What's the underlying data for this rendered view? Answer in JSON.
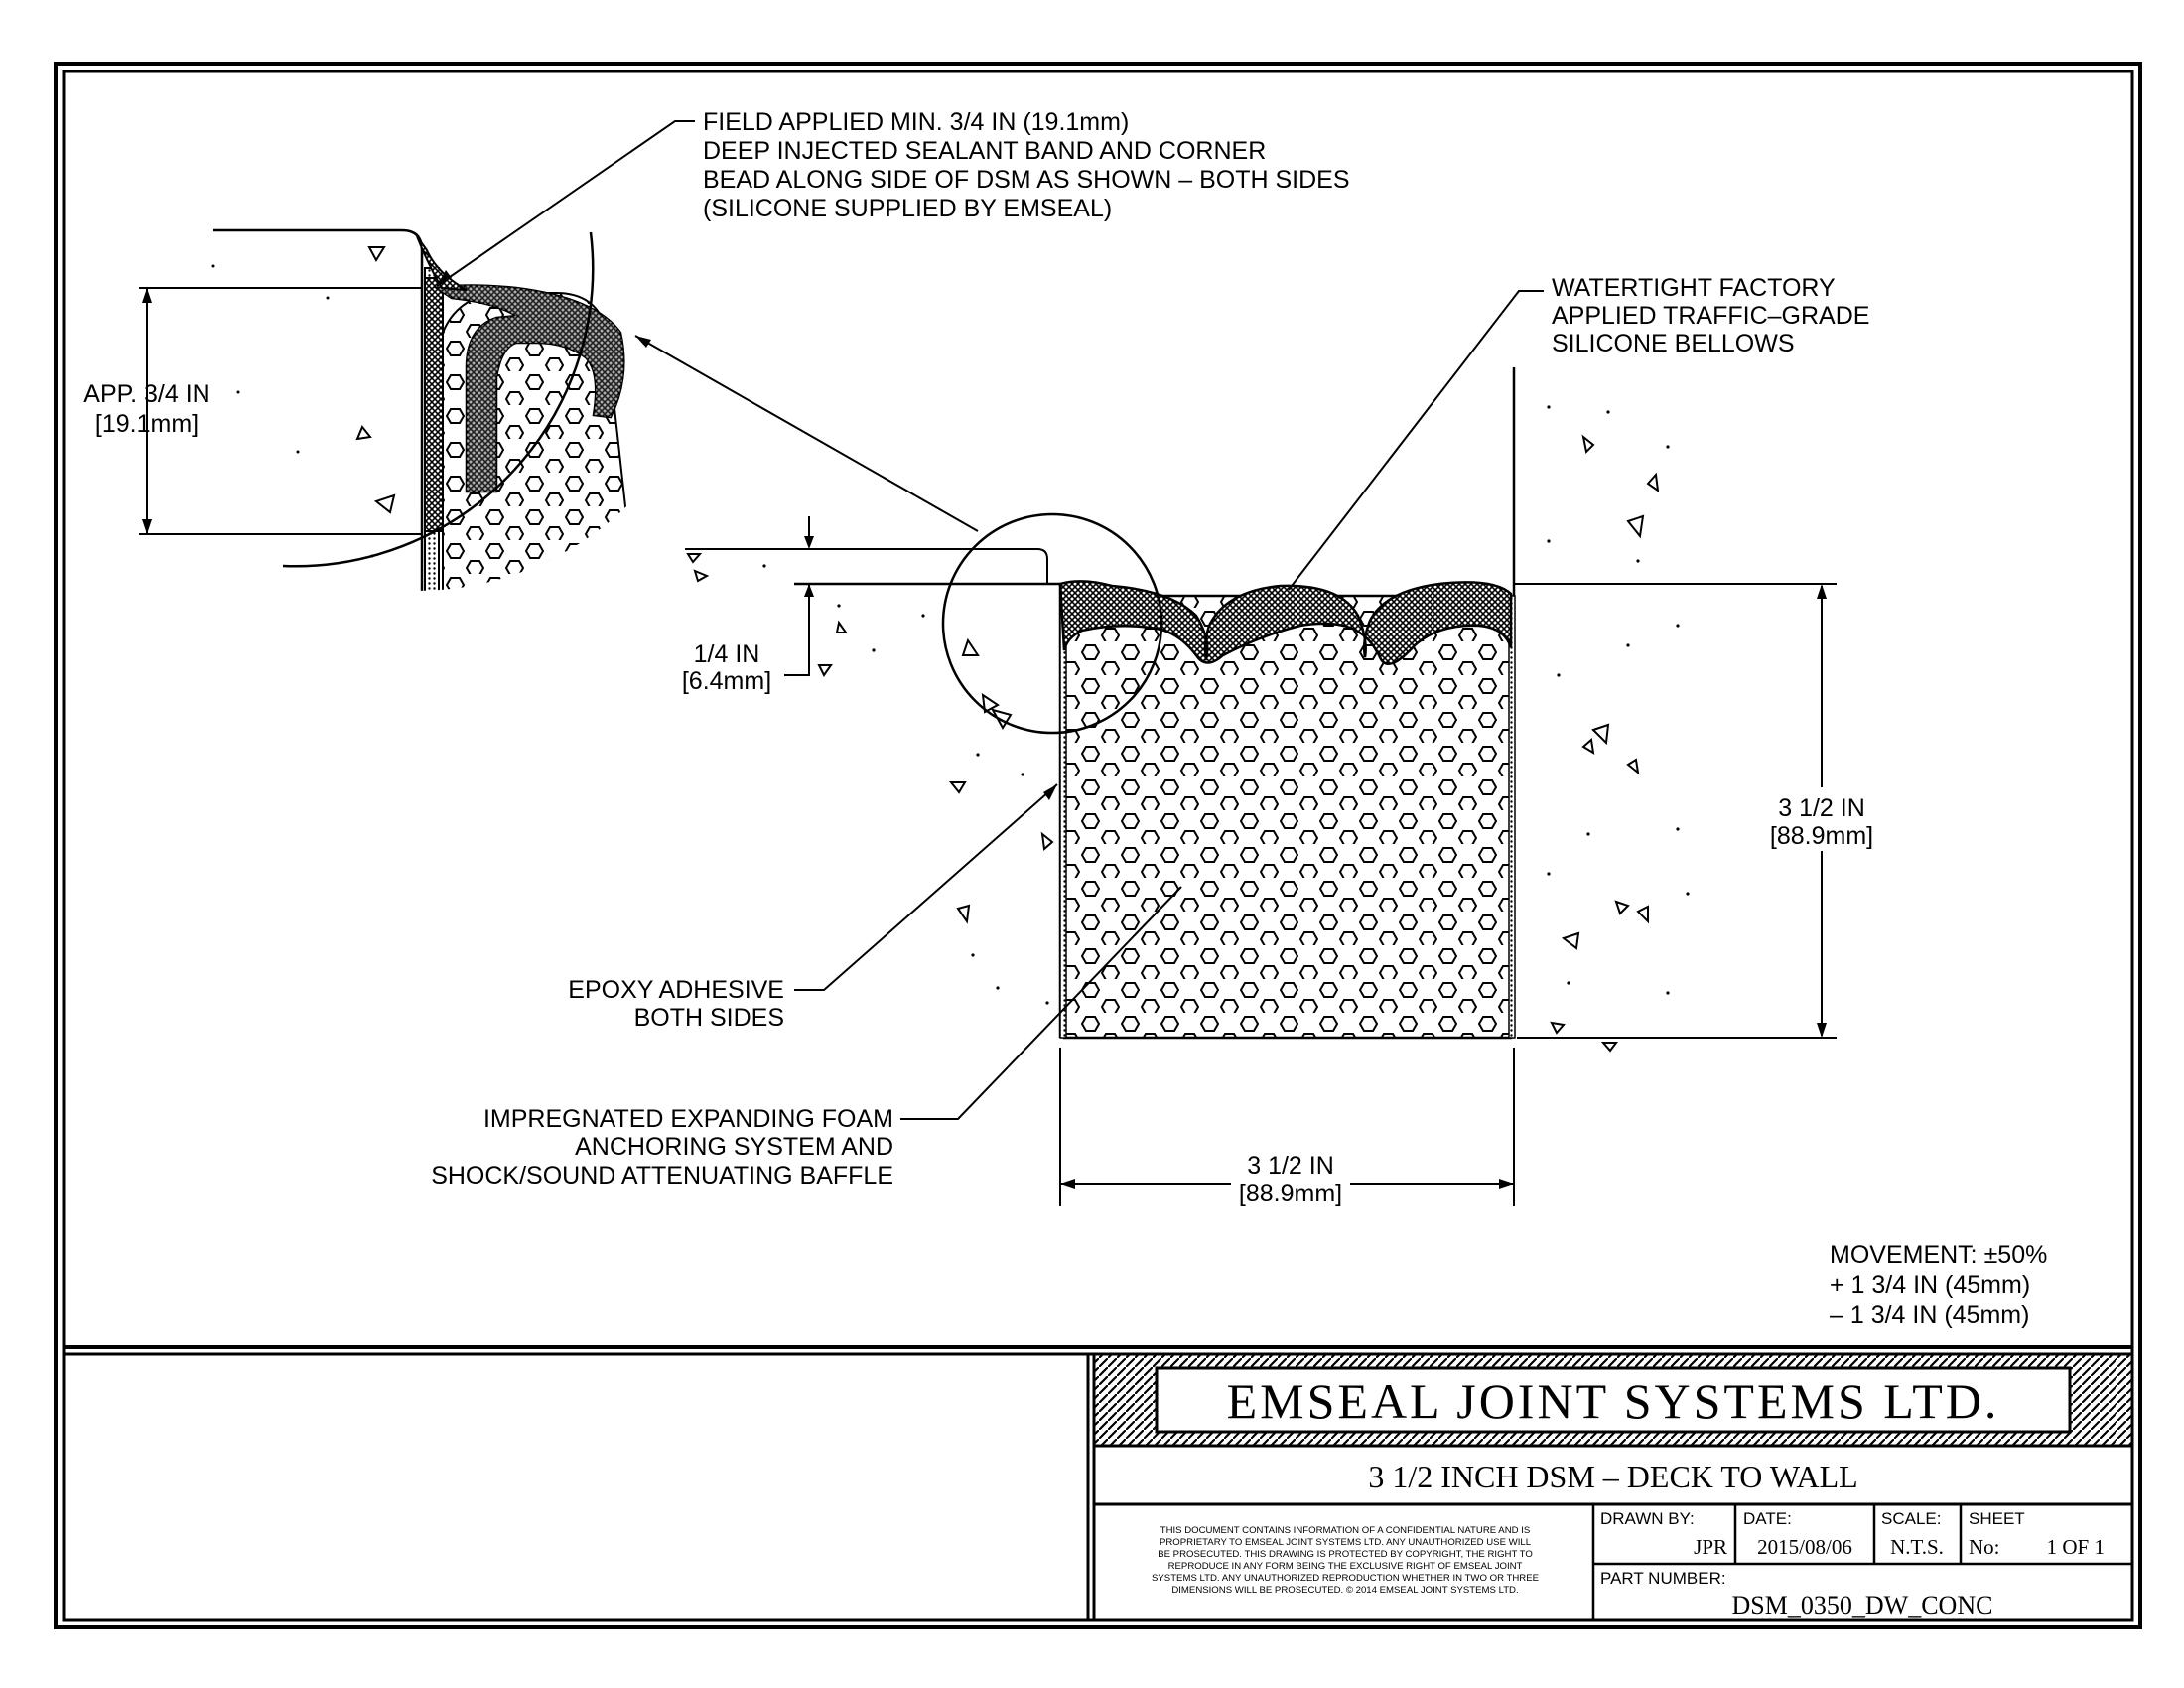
{
  "callouts": {
    "sealant": [
      "FIELD APPLIED MIN. 3/4 IN (19.1mm)",
      "DEEP INJECTED SEALANT BAND AND CORNER",
      "BEAD ALONG SIDE OF DSM AS SHOWN – BOTH SIDES",
      "(SILICONE SUPPLIED BY EMSEAL)"
    ],
    "bellows": [
      "WATERTIGHT FACTORY",
      "APPLIED TRAFFIC–GRADE",
      "SILICONE BELLOWS"
    ],
    "epoxy": [
      "EPOXY ADHESIVE",
      "BOTH SIDES"
    ],
    "foam": [
      "IMPREGNATED EXPANDING FOAM",
      "ANCHORING SYSTEM AND",
      "SHOCK/SOUND ATTENUATING BAFFLE"
    ]
  },
  "dimensions": {
    "detail_depth": [
      "APP. 3/4 IN",
      "[19.1mm]"
    ],
    "recess": [
      "1/4 IN",
      "[6.4mm]"
    ],
    "depth": [
      "3 1/2 IN",
      "[88.9mm]"
    ],
    "width": [
      "3 1/2 IN",
      "[88.9mm]"
    ]
  },
  "movement": [
    "MOVEMENT: ±50%",
    "+ 1 3/4 IN (45mm)",
    "– 1 3/4 IN (45mm)"
  ],
  "title_block": {
    "company": "EMSEAL JOINT SYSTEMS LTD.",
    "drawing_title": "3 1/2 INCH DSM – DECK TO WALL",
    "disclaimer": [
      "THIS DOCUMENT CONTAINS INFORMATION OF A CONFIDENTIAL NATURE AND IS",
      "PROPRIETARY TO EMSEAL JOINT SYSTEMS LTD. ANY UNAUTHORIZED USE WILL",
      "BE PROSECUTED. THIS DRAWING IS PROTECTED BY COPYRIGHT, THE RIGHT TO",
      "REPRODUCE IN ANY FORM BEING THE EXCLUSIVE RIGHT OF EMSEAL JOINT",
      "SYSTEMS LTD. ANY UNAUTHORIZED REPRODUCTION WHETHER IN TWO OR THREE",
      "DIMENSIONS WILL BE PROSECUTED. © 2014 EMSEAL JOINT SYSTEMS LTD."
    ],
    "drawn_by_label": "DRAWN BY:",
    "drawn_by": "JPR",
    "date_label": "DATE:",
    "date": "2015/08/06",
    "scale_label": "SCALE:",
    "scale": "N.T.S.",
    "sheet_label": "SHEET",
    "sheet_no_label": "No:",
    "sheet_no": "1 OF 1",
    "part_number_label": "PART NUMBER:",
    "part_number": "DSM_0350_DW_CONC"
  }
}
